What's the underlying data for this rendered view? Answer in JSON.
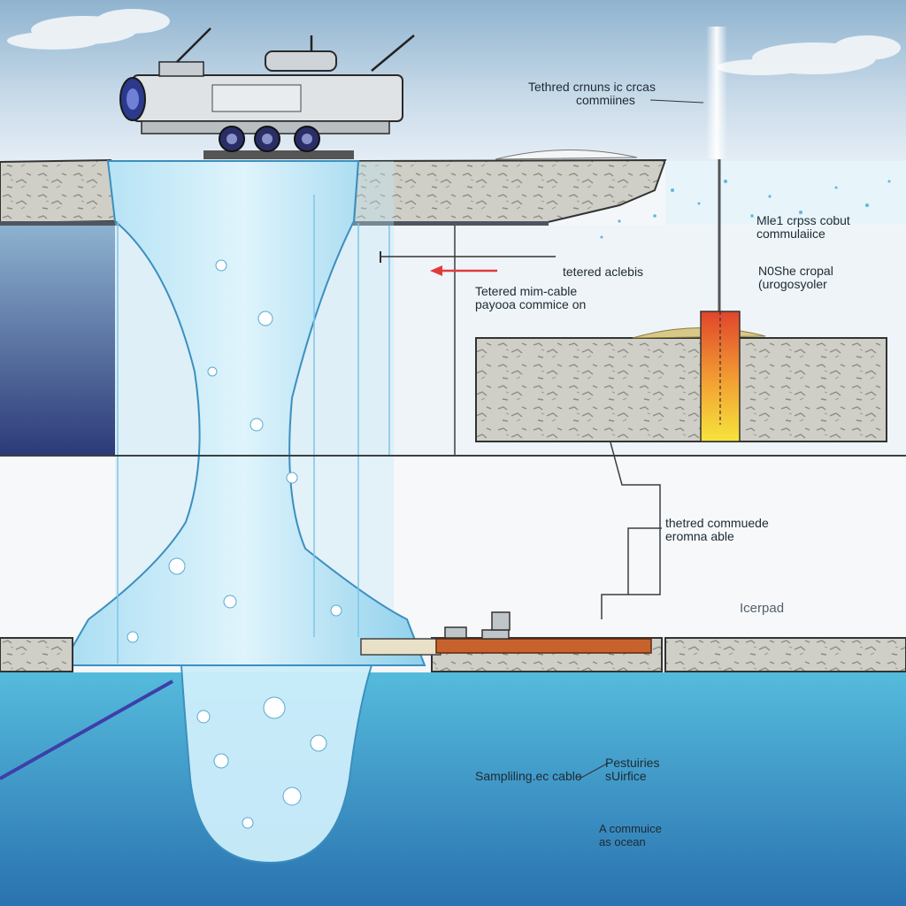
{
  "labels": {
    "tethered_cross_top": [
      "Tethred crnuns ic crcas",
      "commiines"
    ],
    "mel_cross_cobut": [
      "Mle1 crpss cobut",
      "commulaiice"
    ],
    "tetered_aclebis": "tetered aclebis",
    "nshe_cropal": [
      "N0She cropal",
      "(urogosyoler"
    ],
    "tetered_mini_cable": [
      "Tetered mim-cable",
      "payooa commice on"
    ],
    "thetred_commuede": [
      "thetred commuede",
      "eromna able"
    ],
    "icerpad": "Icerpad",
    "sampling_cable": "Sampliling.ec cable",
    "pestuiries": [
      "Pestuiries",
      "sUirfice"
    ],
    "a_commuice_ocean": [
      "A commuice",
      "as ocean"
    ]
  },
  "colors": {
    "sky_top": "#8fb3cf",
    "sky_bottom": "#e6eef6",
    "ice_grey": "#c9c9c2",
    "water_light": "#bfe6f5",
    "water_mid": "#66c1e4",
    "ocean_top": "#4fb6d8",
    "ocean_bottom": "#2a76b2",
    "melt_red": "#e0452b",
    "melt_yellow": "#f6e43c",
    "cable_orange": "#c8622d",
    "arrow_red": "#e23a3a"
  }
}
